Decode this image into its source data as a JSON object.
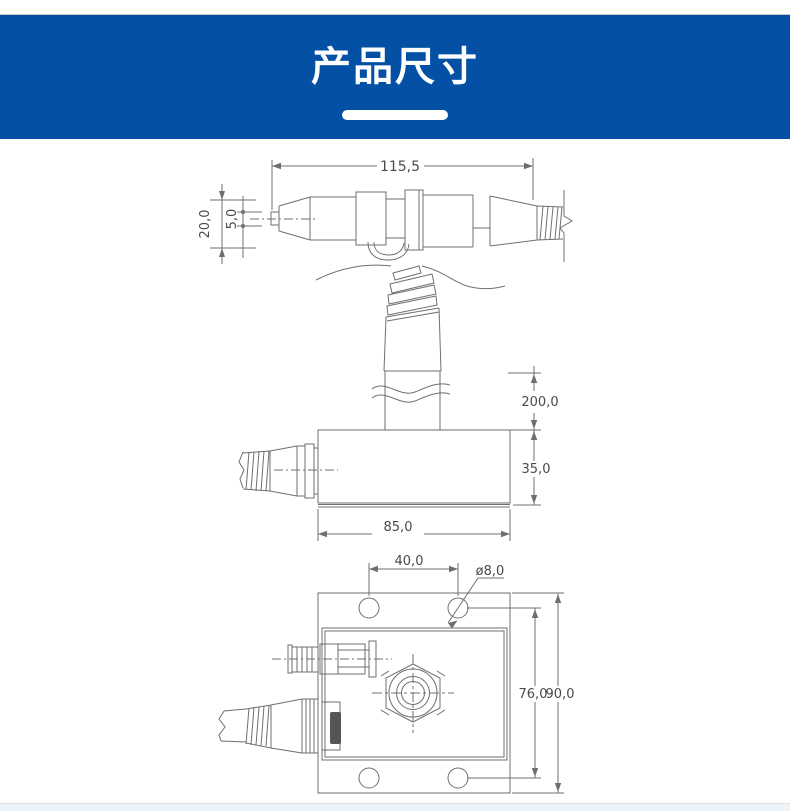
{
  "header": {
    "title": "产品尺寸",
    "background_color": "#0450a4",
    "text_color": "#ffffff",
    "underline_color": "#ffffff"
  },
  "drawing": {
    "stroke_color": "#6f6f6f",
    "dimension_text_color": "#4a4a4a",
    "side_view": {
      "overall_length": "115,5",
      "body_diameter": "20,0",
      "tip_diameter": "5,0"
    },
    "front_view": {
      "tube_length": "200,0",
      "block_height": "35,0",
      "block_width": "85,0"
    },
    "top_view": {
      "hole_spacing": "40,0",
      "hole_diameter": "ø8,0",
      "hole_center_span": "76,0",
      "plate_height": "90,0"
    }
  },
  "footer": {
    "strip_color": "#eef3f8",
    "strip_border_color": "#d7e1eb"
  }
}
